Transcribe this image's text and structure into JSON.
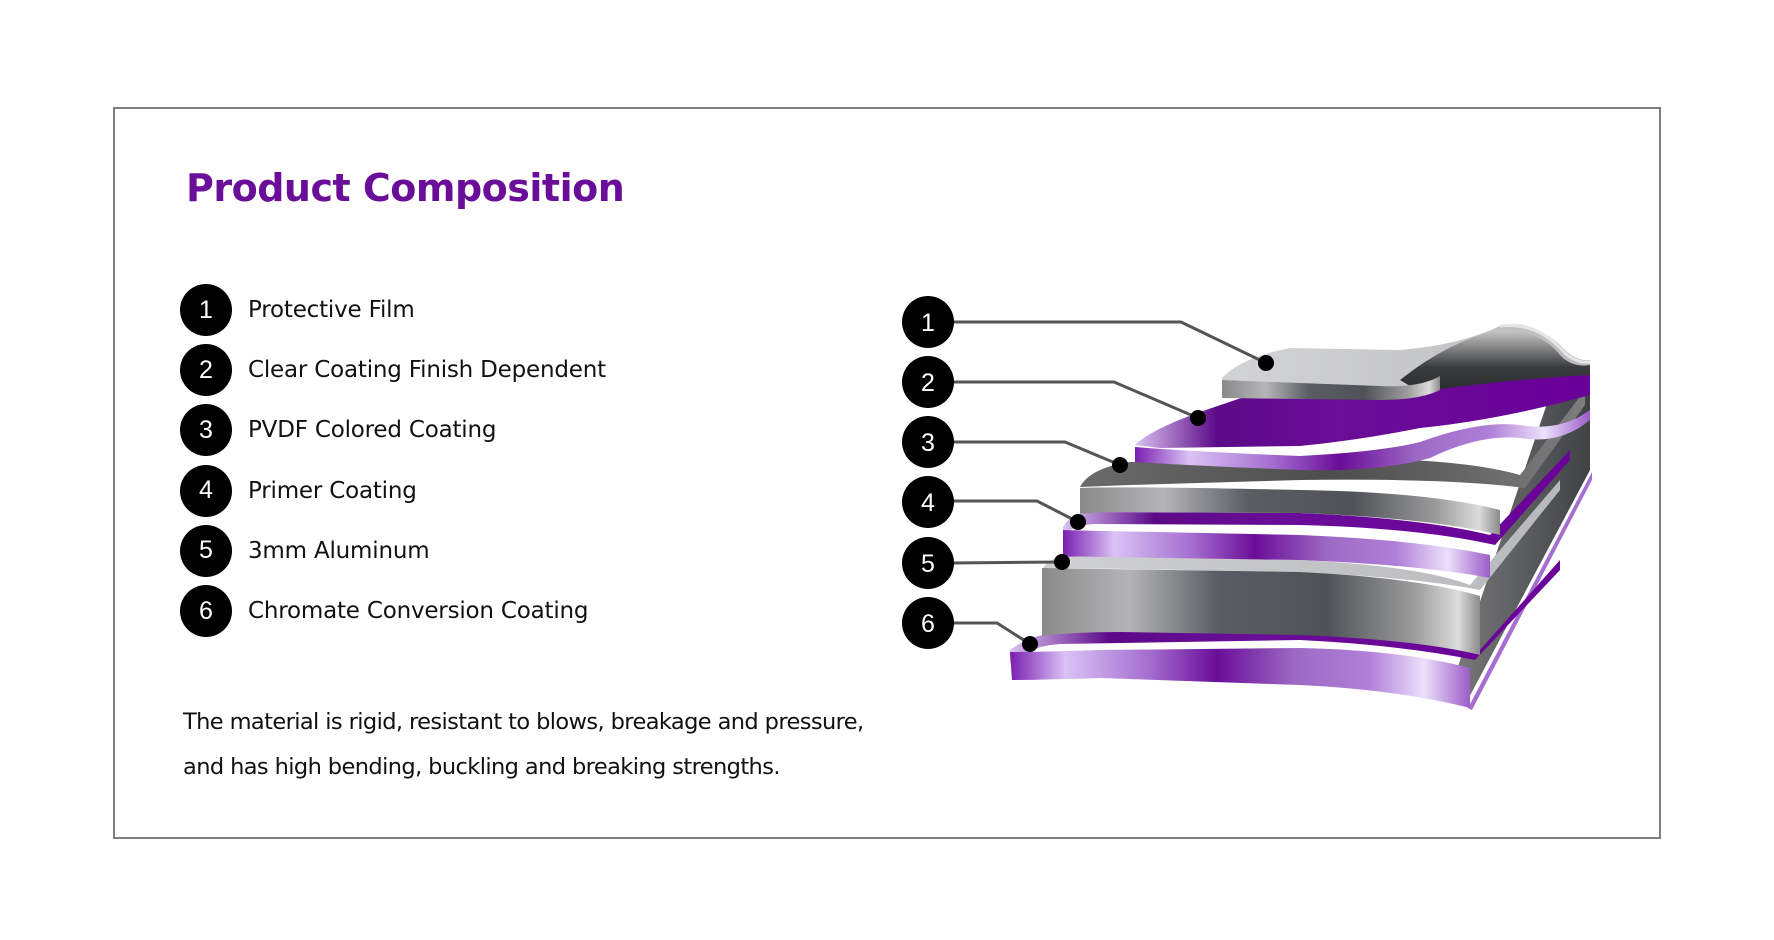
{
  "title": "Product Composition",
  "colors": {
    "title": "#6a0d98",
    "badge": "#000000",
    "purple": "#6a0d98",
    "aluminum": "#9a9a9a",
    "border": "#7f7f7f"
  },
  "layers": [
    {
      "number": "1",
      "label": "Protective Film"
    },
    {
      "number": "2",
      "label": "Clear Coating Finish Dependent"
    },
    {
      "number": "3",
      "label": "PVDF Colored Coating"
    },
    {
      "number": "4",
      "label": "Primer Coating"
    },
    {
      "number": "5",
      "label": "3mm Aluminum"
    },
    {
      "number": "6",
      "label": "Chromate Conversion Coating"
    }
  ],
  "description": {
    "line1": "The material is rigid, resistant to blows, breakage and pressure,",
    "line2": "and has high bending, buckling and breaking strengths."
  }
}
